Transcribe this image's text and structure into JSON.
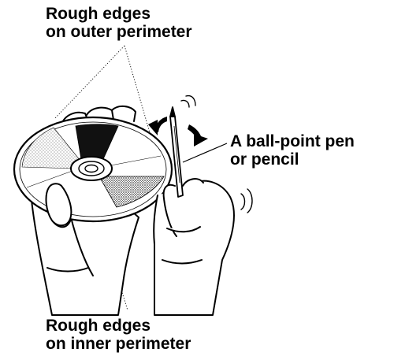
{
  "labels": {
    "outer": [
      "Rough edges",
      "on outer perimeter"
    ],
    "pen": [
      "A ball-point pen",
      "or pencil"
    ],
    "inner": [
      "Rough edges",
      "on inner perimeter"
    ]
  },
  "colors": {
    "ink": "#000000",
    "paper": "#ffffff",
    "dark_sector": "#111111",
    "gray_sector": "#8c8c8c",
    "light_sector": "#c8c8c8"
  },
  "icons": [
    "disc-icon",
    "hand-icon",
    "pen-icon",
    "motion-arrow-icon"
  ]
}
